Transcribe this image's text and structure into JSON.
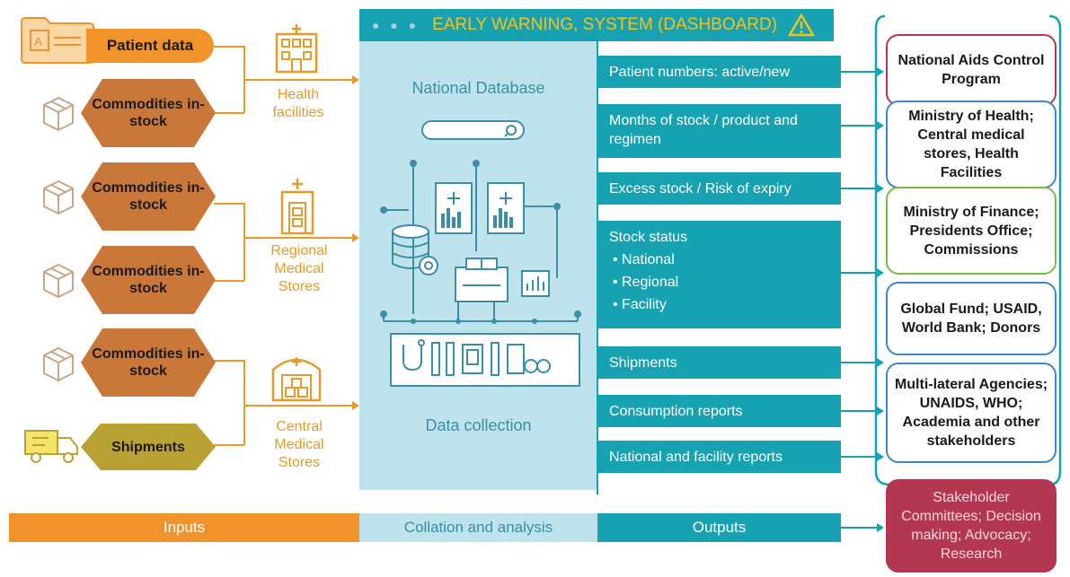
{
  "inputs": {
    "patient_data": "Patient data",
    "commodities": [
      "Commodities in-stock",
      "Commodities in-stock",
      "Commodities in-stock",
      "Commodities in-stock"
    ],
    "shipments": "Shipments"
  },
  "facilities": {
    "health": "Health facilities",
    "regional": "Regional Medical Stores",
    "central": "Central Medical Stores"
  },
  "dashboard": {
    "title": "EARLY WARNING, SYSTEM (DASHBOARD)",
    "national_database": "National Database",
    "data_collection": "Data collection"
  },
  "outputs": [
    "Patient numbers: active/new",
    "Months of stock / product and regimen",
    "Excess stock / Risk of expiry",
    "Stock status",
    "Shipments",
    "Consumption reports",
    "National and facility reports"
  ],
  "stock_status_items": [
    "• National",
    "• Regional",
    "• Facility"
  ],
  "stakeholders": [
    "National Aids Control Program",
    "Ministry of Health; Central medical stores, Health Facilities",
    "Ministry of Finance; Presidents Office; Commissions",
    "Global Fund; USAID, World Bank; Donors",
    "Multi-lateral Agencies; UNAIDS, WHO; Academia and other stakeholders"
  ],
  "committee": "Stakeholder Committees; Decision making; Advocacy; Research",
  "bottom_bar": {
    "inputs": "Inputs",
    "collation": "Collation and analysis",
    "outputs": "Outputs"
  },
  "colors": {
    "orange": "#f0932b",
    "brown": "#c9783a",
    "olive": "#b9a233",
    "teal": "#17a2b2",
    "panel": "#bfe3ed",
    "crimson": "#b33750",
    "blue": "#3f86c6",
    "green": "#7cbb43"
  },
  "icons": [
    "folder-icon",
    "box-icon",
    "truck-icon",
    "hospital-icon",
    "warehouse-icon",
    "warning-icon",
    "database-icon",
    "search-icon",
    "medical-supplies-icon"
  ]
}
